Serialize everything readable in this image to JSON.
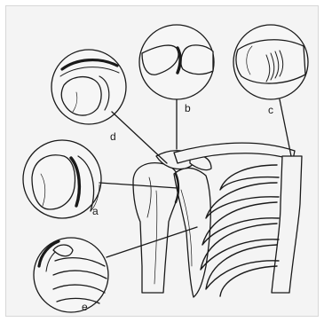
{
  "diagram": {
    "labels": {
      "a": "a",
      "b": "b",
      "c": "c",
      "d": "d",
      "e": "e"
    }
  },
  "colors": {
    "background": "#f4f4f4",
    "ink": "#1a1a1a"
  }
}
